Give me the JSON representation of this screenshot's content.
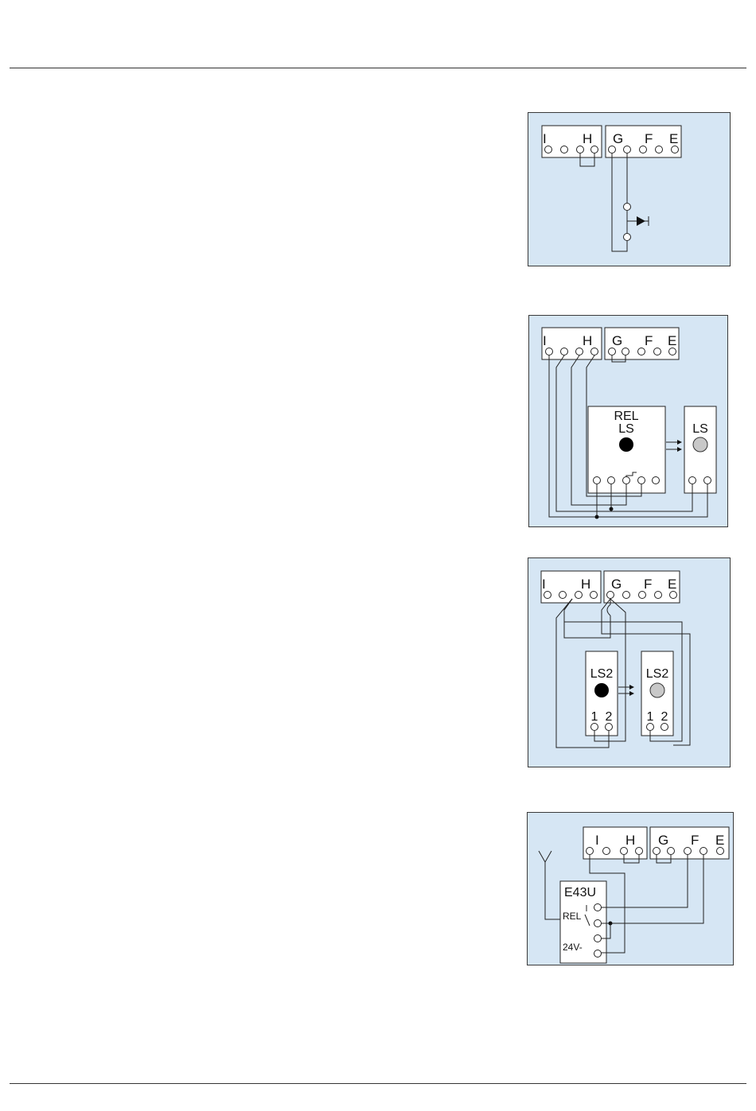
{
  "terminals": {
    "i": "I",
    "h": "H",
    "g": "G",
    "f": "F",
    "e": "E"
  },
  "diagram2": {
    "relay_label_1": "REL",
    "relay_label_2": "LS",
    "ls_label": "LS"
  },
  "diagram3": {
    "left_label": "LS2",
    "right_label": "LS2",
    "pin1": "1",
    "pin2": "2"
  },
  "diagram4": {
    "module_label": "E43U",
    "rel_label": "REL",
    "power_label": "24V-"
  },
  "colors": {
    "panel_bg": "#d6e6f4",
    "wire": "#222222",
    "lamp_on": "#000000",
    "lamp_off": "#c8c8c8"
  }
}
